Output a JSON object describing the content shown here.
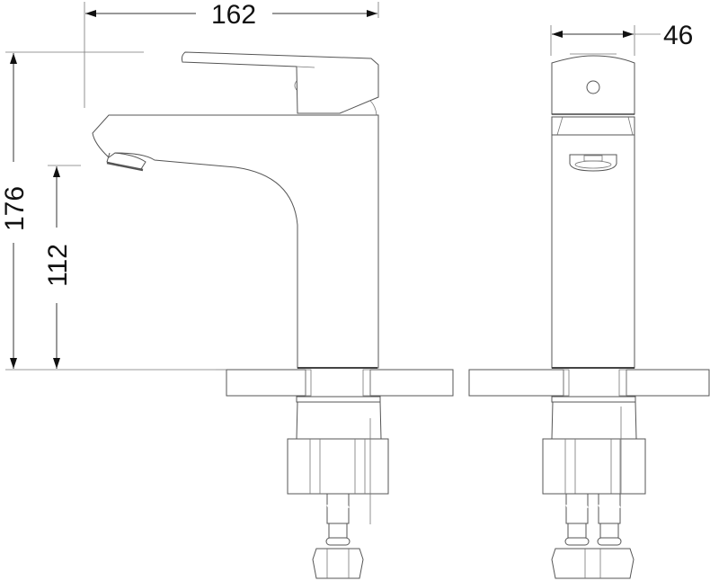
{
  "drawing": {
    "title": "Basin faucet technical drawing",
    "views": [
      "side-view",
      "front-view"
    ],
    "dimensions": {
      "overall_depth": "162",
      "overall_height": "176",
      "spout_height": "112",
      "body_width": "46"
    },
    "units": "mm",
    "colors": {
      "line": "#555555",
      "dimension": "#333333",
      "text": "#111111",
      "background": "#ffffff"
    }
  }
}
